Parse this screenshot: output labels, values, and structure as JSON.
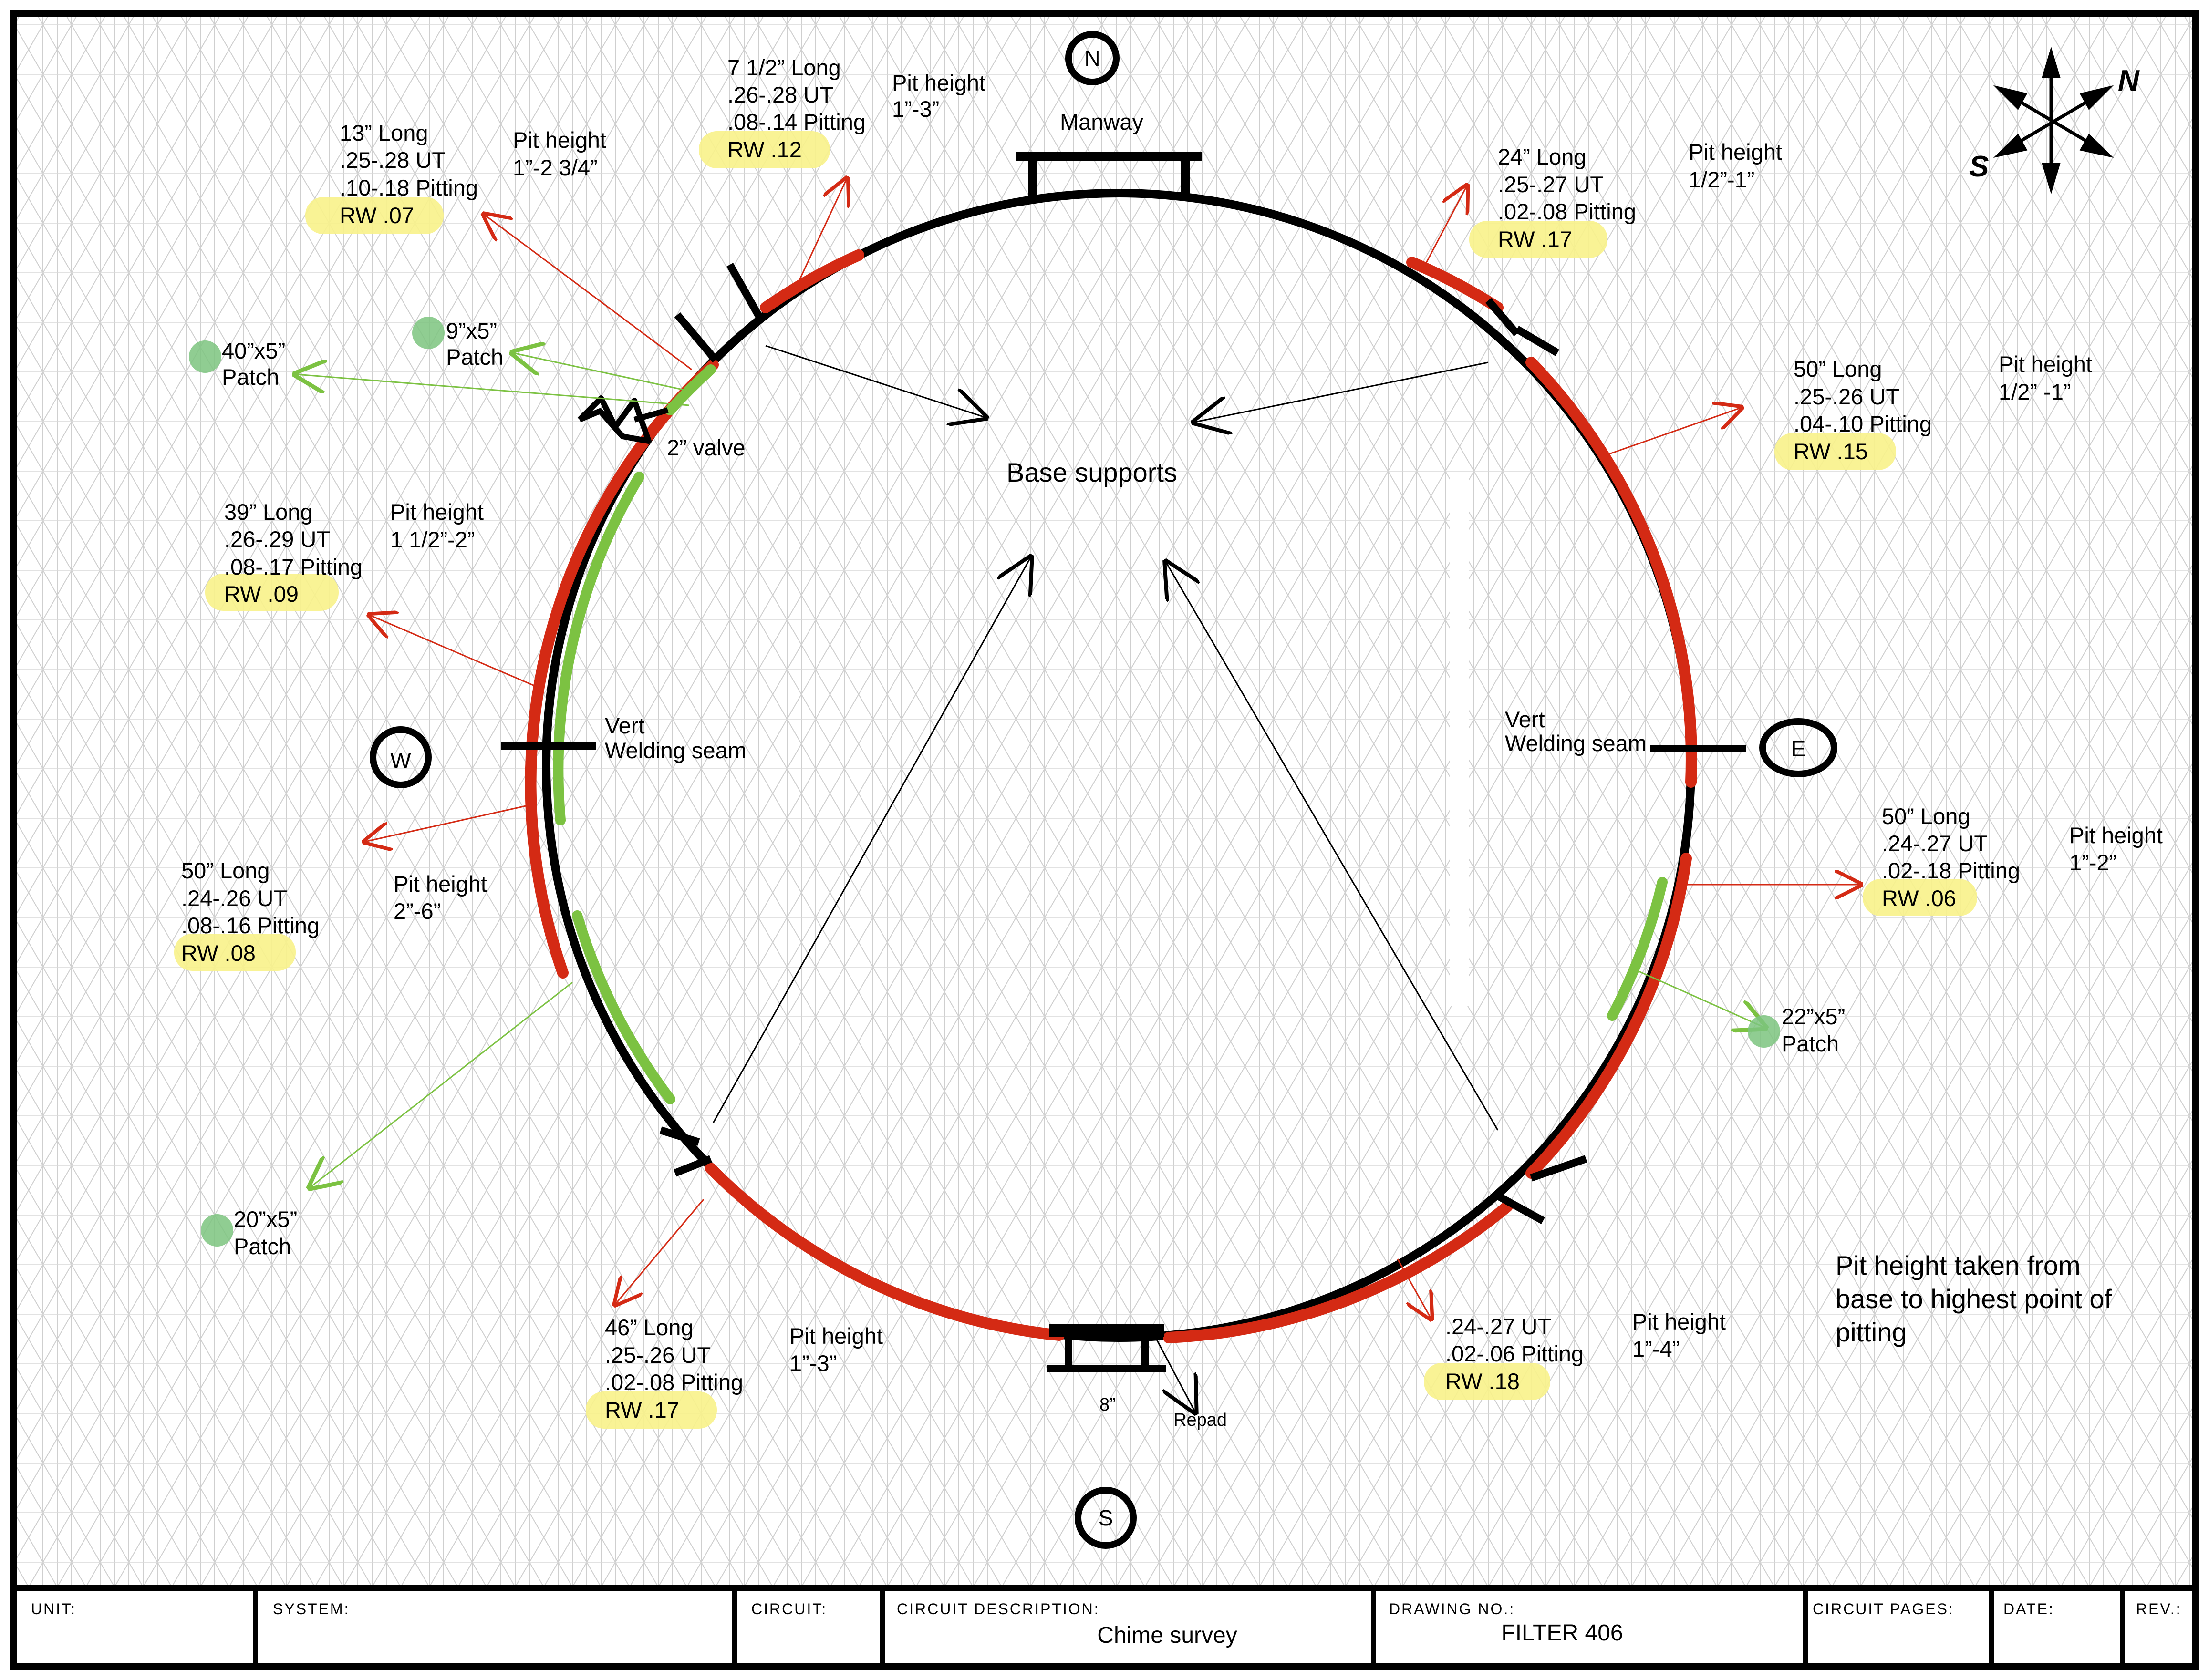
{
  "compass": {
    "north": "N",
    "south": "S",
    "east": "E",
    "west": "W"
  },
  "labels": {
    "manway": "Manway",
    "base_supports": "Base supports",
    "valve": "2” valve",
    "vert_seam_west_1": "Vert",
    "vert_seam_west_2": "Welding seam",
    "vert_seam_east_1": "Vert",
    "vert_seam_east_2": "Welding seam",
    "size_8": "8”",
    "repad": "Repad",
    "note_1": "Pit  height taken from",
    "note_2": "base to highest point of",
    "note_3": "pitting"
  },
  "corrosion_areas": [
    {
      "id": "nnw",
      "length": "7 1/2” Long",
      "ut": ".26-.28 UT",
      "pitting": ".08-.14 Pitting",
      "rw": "RW .12",
      "pit_label": "Pit height",
      "pit_value": "1”-3”"
    },
    {
      "id": "nw",
      "length": "13” Long",
      "ut": ".25-.28 UT",
      "pitting": ".10-.18 Pitting",
      "rw": "RW .07",
      "pit_label": "Pit height",
      "pit_value": "1”-2 3/4”"
    },
    {
      "id": "ne",
      "length": "24” Long",
      "ut": ".25-.27 UT",
      "pitting": ".02-.08 Pitting",
      "rw": "RW .17",
      "pit_label": "Pit height",
      "pit_value": "1/2”-1”"
    },
    {
      "id": "ene",
      "length": "50” Long",
      "ut": ".25-.26 UT",
      "pitting": ".04-.10 Pitting",
      "rw": "RW .15",
      "pit_label": "Pit height",
      "pit_value": "1/2” -1”"
    },
    {
      "id": "wnw",
      "length": "39” Long",
      "ut": ".26-.29 UT",
      "pitting": ".08-.17 Pitting",
      "rw": "RW .09",
      "pit_label": "Pit height",
      "pit_value": "1 1/2”-2”"
    },
    {
      "id": "wsw",
      "length": "50” Long",
      "ut": ".24-.26 UT",
      "pitting": ".08-.16 Pitting",
      "rw": "RW .08",
      "pit_label": "Pit height",
      "pit_value": "2”-6”"
    },
    {
      "id": "ese",
      "length": "50” Long",
      "ut": ".24-.27 UT",
      "pitting": ".02-.18 Pitting",
      "rw": "RW .06",
      "pit_label": "Pit height",
      "pit_value": "1”-2”"
    },
    {
      "id": "ssw",
      "length": "46” Long",
      "ut": ".25-.26 UT",
      "pitting": ".02-.08 Pitting",
      "rw": "RW .17",
      "pit_label": "Pit height",
      "pit_value": "1”-3”"
    },
    {
      "id": "sse",
      "ut": ".24-.27 UT",
      "pitting": ".02-.06 Pitting",
      "rw": "RW .18",
      "pit_label": "Pit height",
      "pit_value": "1”-4”"
    }
  ],
  "patches": [
    {
      "id": "p40",
      "size": "40”x5”",
      "label": "Patch"
    },
    {
      "id": "p9",
      "size": "9”x5”",
      "label": "Patch"
    },
    {
      "id": "p22",
      "size": "22”x5”",
      "label": "Patch"
    },
    {
      "id": "p20",
      "size": "20”x5”",
      "label": "Patch"
    }
  ],
  "title_block": {
    "unit_label": "UNIT:",
    "system_label": "SYSTEM:",
    "circuit_label": "CIRCUIT:",
    "circuit_description_label": "CIRCUIT DESCRIPTION:",
    "circuit_description": "Chime survey",
    "drawing_no_label": "DRAWING NO.:",
    "drawing_no": "FILTER 406",
    "circuit_pages_label": "CIRCUIT PAGES:",
    "date_label": "DATE:",
    "rev_label": "REV.:"
  },
  "colors": {
    "corrosion": "#d42a14",
    "patch": "#7cc242",
    "patch_dot": "#7dc47f",
    "highlight": "#f8f28a",
    "grid": "#c9c9c9"
  }
}
